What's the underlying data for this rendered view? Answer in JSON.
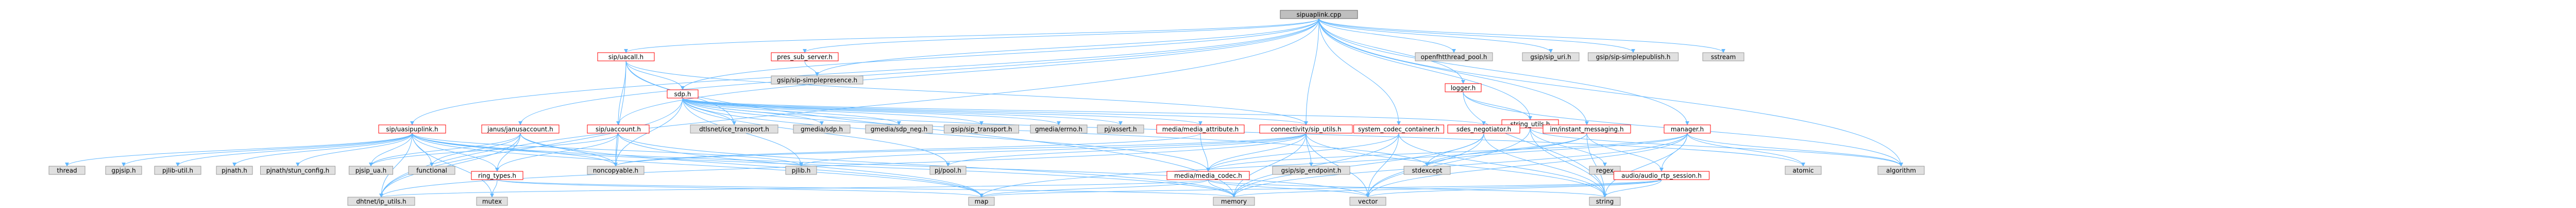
{
  "graph": {
    "title": "",
    "colors": {
      "edge": "#63b8ff",
      "root_fill": "#bfbfbf",
      "root_border": "#666666",
      "system_fill": "#e0e0e0",
      "system_border": "#999999",
      "local_fill": "#ffffff",
      "local_border": "#ff0000"
    },
    "nodes": [
      {
        "id": "root",
        "label": "sipuaplink.cpp",
        "kind": "root"
      },
      {
        "id": "sipuacall",
        "label": "sip/uacall.h",
        "kind": "local"
      },
      {
        "id": "sdph",
        "label": "sdp.h",
        "kind": "local"
      },
      {
        "id": "pres_sub_server",
        "label": "pres_sub_server.h",
        "kind": "local"
      },
      {
        "id": "gsip_simplepresence",
        "label": "gsip/sip-simplepresence.h",
        "kind": "sys"
      },
      {
        "id": "openfhthread",
        "label": "openfhtthread_pool.h",
        "kind": "sys"
      },
      {
        "id": "gsip_uri",
        "label": "gsip/sip_uri.h",
        "kind": "sys"
      },
      {
        "id": "gsip_simplepublish",
        "label": "gsip/sip-simplepublish.h",
        "kind": "sys"
      },
      {
        "id": "sstream",
        "label": "sstream",
        "kind": "sys"
      },
      {
        "id": "logger",
        "label": "logger.h",
        "kind": "local"
      },
      {
        "id": "string_utils",
        "label": "string_utils.h",
        "kind": "local"
      },
      {
        "id": "regex",
        "label": "regex",
        "kind": "sys"
      },
      {
        "id": "sipuasipuplink",
        "label": "sip/uasipuplink.h",
        "kind": "local"
      },
      {
        "id": "janus",
        "label": "janus/janusaccount.h",
        "kind": "local"
      },
      {
        "id": "sipuaccount",
        "label": "sip/uaccount.h",
        "kind": "local"
      },
      {
        "id": "dtlsice",
        "label": "dtlsnet/ice_transport.h",
        "kind": "sys"
      },
      {
        "id": "gmedia_sdp",
        "label": "gmedia/sdp.h",
        "kind": "sys"
      },
      {
        "id": "gmedia_sdp_neg",
        "label": "gmedia/sdp_neg.h",
        "kind": "sys"
      },
      {
        "id": "gsip_transport",
        "label": "gsip/sip_transport.h",
        "kind": "sys"
      },
      {
        "id": "gmedia_errno",
        "label": "gmedia/errno.h",
        "kind": "sys"
      },
      {
        "id": "pjassert",
        "label": "pj/assert.h",
        "kind": "sys"
      },
      {
        "id": "media_attr",
        "label": "media/media_attribute.h",
        "kind": "local"
      },
      {
        "id": "conn_sip_utils",
        "label": "connectivity/sip_utils.h",
        "kind": "local"
      },
      {
        "id": "sdes_negotiator",
        "label": "sdes_negotiator.h",
        "kind": "local"
      },
      {
        "id": "system_codec",
        "label": "system_codec_container.h",
        "kind": "local"
      },
      {
        "id": "im_messaging",
        "label": "im/instant_messaging.h",
        "kind": "local"
      },
      {
        "id": "manager",
        "label": "manager.h",
        "kind": "local"
      },
      {
        "id": "thread",
        "label": "thread",
        "kind": "sys"
      },
      {
        "id": "gpjsip",
        "label": "gpjsip.h",
        "kind": "sys"
      },
      {
        "id": "pjlib_util",
        "label": "pjlib-util.h",
        "kind": "sys"
      },
      {
        "id": "pjnath",
        "label": "pjnath.h",
        "kind": "sys"
      },
      {
        "id": "pjnath_stun",
        "label": "pjnath/stun_config.h",
        "kind": "sys"
      },
      {
        "id": "pjsip_ua",
        "label": "pjsip_ua.h",
        "kind": "sys"
      },
      {
        "id": "functional",
        "label": "functional",
        "kind": "sys"
      },
      {
        "id": "ring_types",
        "label": "ring_types.h",
        "kind": "local"
      },
      {
        "id": "noncopyable",
        "label": "noncopyable.h",
        "kind": "sys"
      },
      {
        "id": "pjlib",
        "label": "pjlib.h",
        "kind": "sys"
      },
      {
        "id": "pjpool",
        "label": "pj/pool.h",
        "kind": "sys"
      },
      {
        "id": "media_codec",
        "label": "media/media_codec.h",
        "kind": "local"
      },
      {
        "id": "gsip_endpoint",
        "label": "gsip/sip_endpoint.h",
        "kind": "sys"
      },
      {
        "id": "stdexcept",
        "label": "stdexcept",
        "kind": "sys"
      },
      {
        "id": "atomic",
        "label": "atomic",
        "kind": "sys"
      },
      {
        "id": "algorithm",
        "label": "algorithm",
        "kind": "sys"
      },
      {
        "id": "audio_rtp",
        "label": "audio/audio_rtp_session.h",
        "kind": "local"
      },
      {
        "id": "dtlsip_utils",
        "label": "dhtnet/ip_utils.h",
        "kind": "sys"
      },
      {
        "id": "mutex",
        "label": "mutex",
        "kind": "sys"
      },
      {
        "id": "map",
        "label": "map",
        "kind": "sys"
      },
      {
        "id": "memory",
        "label": "memory",
        "kind": "sys"
      },
      {
        "id": "vector",
        "label": "vector",
        "kind": "sys"
      },
      {
        "id": "string",
        "label": "string",
        "kind": "sys"
      }
    ],
    "edges": [
      [
        "root",
        "sipuacall"
      ],
      [
        "root",
        "sdph"
      ],
      [
        "root",
        "pres_sub_server"
      ],
      [
        "root",
        "gsip_simplepresence"
      ],
      [
        "root",
        "openfhthread"
      ],
      [
        "root",
        "gsip_uri"
      ],
      [
        "root",
        "gsip_simplepublish"
      ],
      [
        "root",
        "sstream"
      ],
      [
        "root",
        "logger"
      ],
      [
        "root",
        "sipuasipuplink"
      ],
      [
        "root",
        "janus"
      ],
      [
        "root",
        "sipuaccount"
      ],
      [
        "root",
        "system_codec"
      ],
      [
        "root",
        "im_messaging"
      ],
      [
        "root",
        "manager"
      ],
      [
        "root",
        "string_utils"
      ],
      [
        "root",
        "algorithm"
      ],
      [
        "root",
        "dtlsip_utils"
      ],
      [
        "root",
        "conn_sip_utils"
      ],
      [
        "sipuacall",
        "sdph"
      ],
      [
        "sipuacall",
        "dtlsice"
      ],
      [
        "sipuacall",
        "noncopyable"
      ],
      [
        "sipuacall",
        "memory"
      ],
      [
        "sipuacall",
        "conn_sip_utils"
      ],
      [
        "sipuacall",
        "sipuaccount"
      ],
      [
        "sdph",
        "gmedia_sdp"
      ],
      [
        "sdph",
        "gmedia_sdp_neg"
      ],
      [
        "sdph",
        "gsip_transport"
      ],
      [
        "sdph",
        "gmedia_errno"
      ],
      [
        "sdph",
        "pjassert"
      ],
      [
        "sdph",
        "media_attr"
      ],
      [
        "sdph",
        "conn_sip_utils"
      ],
      [
        "sdph",
        "sdes_negotiator"
      ],
      [
        "sdph",
        "dtlsice"
      ],
      [
        "sdph",
        "noncopyable"
      ],
      [
        "sdph",
        "pjpool"
      ],
      [
        "sdph",
        "stdexcept"
      ],
      [
        "sdph",
        "atomic"
      ],
      [
        "sdph",
        "media_codec"
      ],
      [
        "sdph",
        "pjlib"
      ],
      [
        "sdph",
        "dtlsip_utils"
      ],
      [
        "pres_sub_server",
        "gsip_simplepresence"
      ],
      [
        "logger",
        "string_utils"
      ],
      [
        "logger",
        "string"
      ],
      [
        "logger",
        "algorithm"
      ],
      [
        "string_utils",
        "regex"
      ],
      [
        "string_utils",
        "algorithm"
      ],
      [
        "string_utils",
        "string"
      ],
      [
        "string_utils",
        "vector"
      ],
      [
        "sipuasipuplink",
        "thread"
      ],
      [
        "sipuasipuplink",
        "gpjsip"
      ],
      [
        "sipuasipuplink",
        "pjlib_util"
      ],
      [
        "sipuasipuplink",
        "pjnath"
      ],
      [
        "sipuasipuplink",
        "pjnath_stun"
      ],
      [
        "sipuasipuplink",
        "pjsip_ua"
      ],
      [
        "sipuasipuplink",
        "functional"
      ],
      [
        "sipuasipuplink",
        "ring_types"
      ],
      [
        "sipuasipuplink",
        "noncopyable"
      ],
      [
        "sipuasipuplink",
        "pjlib"
      ],
      [
        "sipuasipuplink",
        "dtlsip_utils"
      ],
      [
        "sipuasipuplink",
        "map"
      ],
      [
        "sipuasipuplink",
        "mutex"
      ],
      [
        "sipuasipuplink",
        "memory"
      ],
      [
        "sipuasipuplink",
        "vector"
      ],
      [
        "janus",
        "functional"
      ],
      [
        "janus",
        "ring_types"
      ],
      [
        "janus",
        "noncopyable"
      ],
      [
        "janus",
        "dtlsip_utils"
      ],
      [
        "janus",
        "map"
      ],
      [
        "janus",
        "pjsip_ua"
      ],
      [
        "sipuaccount",
        "ring_types"
      ],
      [
        "sipuaccount",
        "noncopyable"
      ],
      [
        "sipuaccount",
        "map"
      ],
      [
        "sipuaccount",
        "memory"
      ],
      [
        "sipuaccount",
        "pjsip_ua"
      ],
      [
        "media_attr",
        "media_codec"
      ],
      [
        "media_attr",
        "noncopyable"
      ],
      [
        "conn_sip_utils",
        "media_codec"
      ],
      [
        "conn_sip_utils",
        "noncopyable"
      ],
      [
        "conn_sip_utils",
        "pjpool"
      ],
      [
        "conn_sip_utils",
        "gsip_endpoint"
      ],
      [
        "conn_sip_utils",
        "dtlsip_utils"
      ],
      [
        "conn_sip_utils",
        "memory"
      ],
      [
        "conn_sip_utils",
        "vector"
      ],
      [
        "conn_sip_utils",
        "string"
      ],
      [
        "conn_sip_utils",
        "pjlib"
      ],
      [
        "sdes_negotiator",
        "vector"
      ],
      [
        "sdes_negotiator",
        "string"
      ],
      [
        "sdes_negotiator",
        "memory"
      ],
      [
        "sdes_negotiator",
        "stdexcept"
      ],
      [
        "system_codec",
        "media_codec"
      ],
      [
        "system_codec",
        "vector"
      ],
      [
        "system_codec",
        "memory"
      ],
      [
        "system_codec",
        "string"
      ],
      [
        "im_messaging",
        "audio_rtp"
      ],
      [
        "im_messaging",
        "map"
      ],
      [
        "im_messaging",
        "string"
      ],
      [
        "im_messaging",
        "stdexcept"
      ],
      [
        "manager",
        "atomic"
      ],
      [
        "manager",
        "algorithm"
      ],
      [
        "manager",
        "string"
      ],
      [
        "manager",
        "vector"
      ],
      [
        "manager",
        "memory"
      ],
      [
        "manager",
        "media_codec"
      ],
      [
        "manager",
        "audio_rtp"
      ],
      [
        "manager",
        "stdexcept"
      ],
      [
        "ring_types",
        "mutex"
      ],
      [
        "ring_types",
        "map"
      ],
      [
        "ring_types",
        "memory"
      ],
      [
        "media_codec",
        "dtlsip_utils"
      ],
      [
        "media_codec",
        "map"
      ],
      [
        "media_codec",
        "memory"
      ],
      [
        "media_codec",
        "vector"
      ],
      [
        "media_codec",
        "string"
      ],
      [
        "audio_rtp",
        "vector"
      ],
      [
        "audio_rtp",
        "memory"
      ],
      [
        "audio_rtp",
        "string"
      ],
      [
        "audio_rtp",
        "map"
      ]
    ]
  }
}
